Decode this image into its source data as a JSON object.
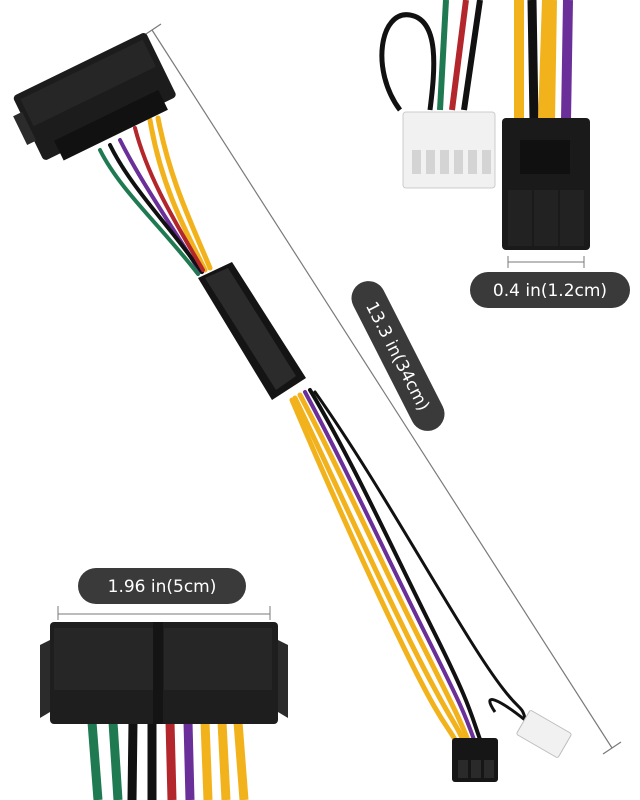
{
  "measurements": {
    "length_label": "13.3 in(34cm)",
    "pin_pitch_label": "0.4 in(1.2cm)",
    "connector_width_label": "1.96 in(5cm)"
  },
  "colors": {
    "yellow": "#f2b21c",
    "purple": "#6a2f99",
    "green": "#1f7a52",
    "red": "#b3262b",
    "black": "#111111",
    "connector": "#1c1c1c",
    "white_plug": "#f1f1f1",
    "label_bg": "#3a3a3a"
  }
}
